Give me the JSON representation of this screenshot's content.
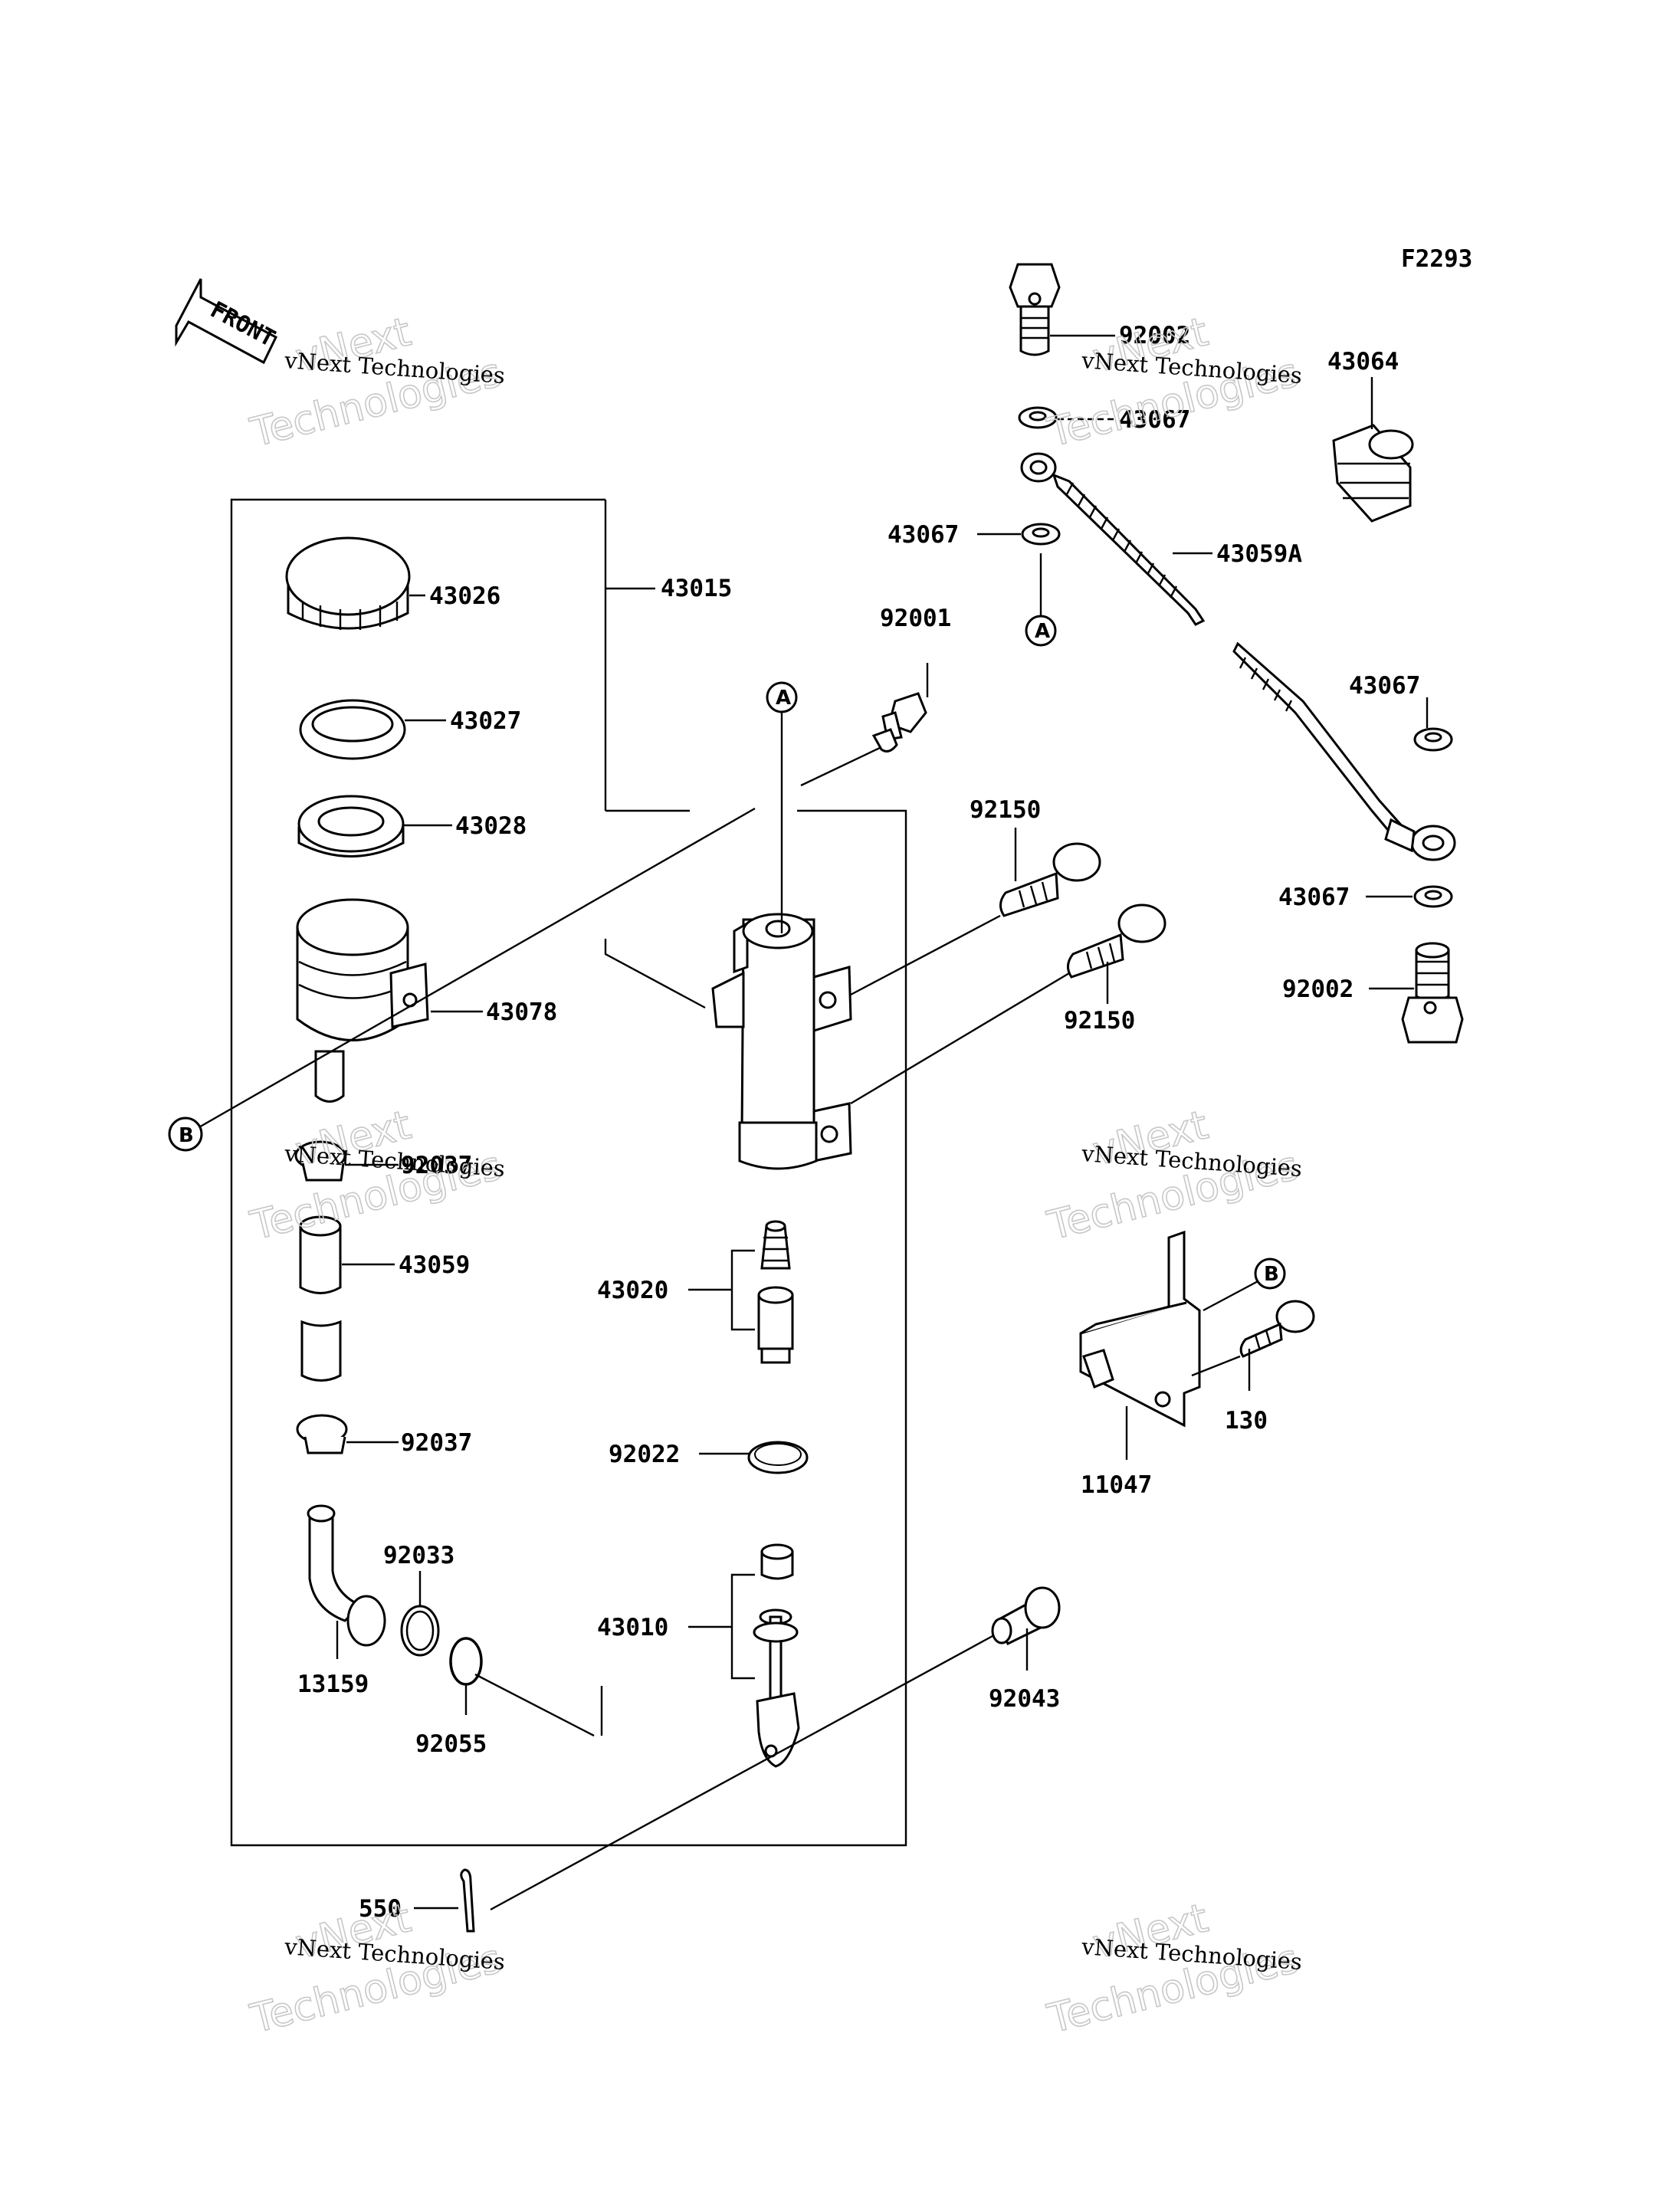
{
  "figure_code": "F2293",
  "front_label": "FRONT",
  "watermark": {
    "big_lines": [
      "vNext",
      "Technologies"
    ],
    "small": "vNext Technologies"
  },
  "refs": {
    "a": "A",
    "b": "B"
  },
  "labels": {
    "p92002_top": "92002",
    "p43064": "43064",
    "p43067_a": "43067",
    "p43067_b": "43067",
    "p43059A": "43059A",
    "p43067_c": "43067",
    "p43067_d": "43067",
    "p92002_bottom": "92002",
    "p43026": "43026",
    "p43015": "43015",
    "p43027": "43027",
    "p43028": "43028",
    "p43078": "43078",
    "p92001": "92001",
    "p92150_a": "92150",
    "p92150_b": "92150",
    "p92037_a": "92037",
    "p43059": "43059",
    "p43020": "43020",
    "p92037_b": "92037",
    "p92022": "92022",
    "p92033": "92033",
    "p43010": "43010",
    "p13159": "13159",
    "p92055": "92055",
    "p92043": "92043",
    "p550": "550",
    "p11047": "11047",
    "p130": "130"
  }
}
